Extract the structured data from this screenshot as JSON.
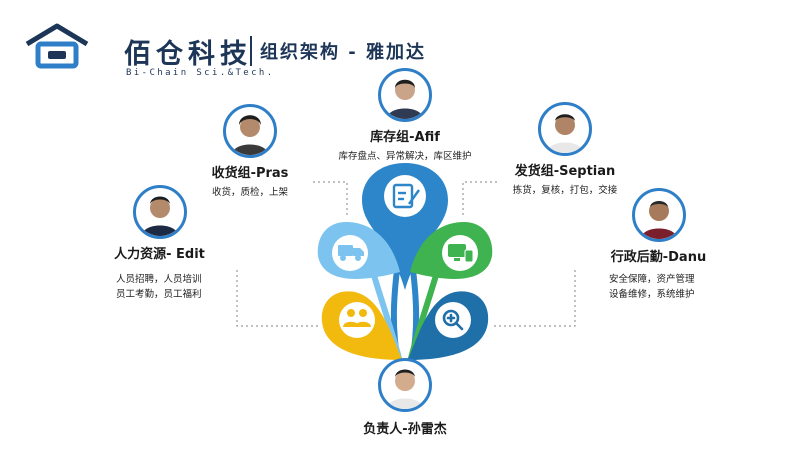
{
  "header": {
    "brand_name": "佰仓科技",
    "brand_sub": "Bi-Chain Sci.&Tech.",
    "page_title": "组织架构 - 雅加达"
  },
  "nodes": {
    "inventory": {
      "title": "库存组-Afif",
      "duties": [
        "库存盘点、异常解决，库区维护"
      ]
    },
    "receiving": {
      "title": "收货组-Pras",
      "duties": [
        "收货，质检，上架"
      ]
    },
    "shipping": {
      "title": "发货组-Septian",
      "duties": [
        "拣货，复核，打包，交接"
      ]
    },
    "hr": {
      "title": "人力资源- Edit",
      "duties": [
        "人员招聘，人员培训",
        "员工考勤，员工福利"
      ]
    },
    "admin": {
      "title": "行政后勤-Danu",
      "duties": [
        "安全保障，资产管理",
        "设备维修，系统维护"
      ]
    },
    "leader": {
      "title": "负责人-孙雷杰"
    }
  },
  "colors": {
    "brand": "#1d3557",
    "avatar_ring": "#2f7fc8",
    "petal_top": "#2c86c9",
    "petal_left_upper": "#7cc4ef",
    "petal_right_upper": "#3fb34f",
    "petal_left_lower": "#f2b90f",
    "petal_right_lower": "#1f6fa8"
  },
  "icons": {
    "logo": "house-chain-logo",
    "petal_top": "clipboard-pen-icon",
    "petal_left_upper": "truck-icon",
    "petal_right_upper": "monitor-device-icon",
    "petal_left_lower": "people-icon",
    "petal_right_lower": "magnifier-plus-icon"
  }
}
